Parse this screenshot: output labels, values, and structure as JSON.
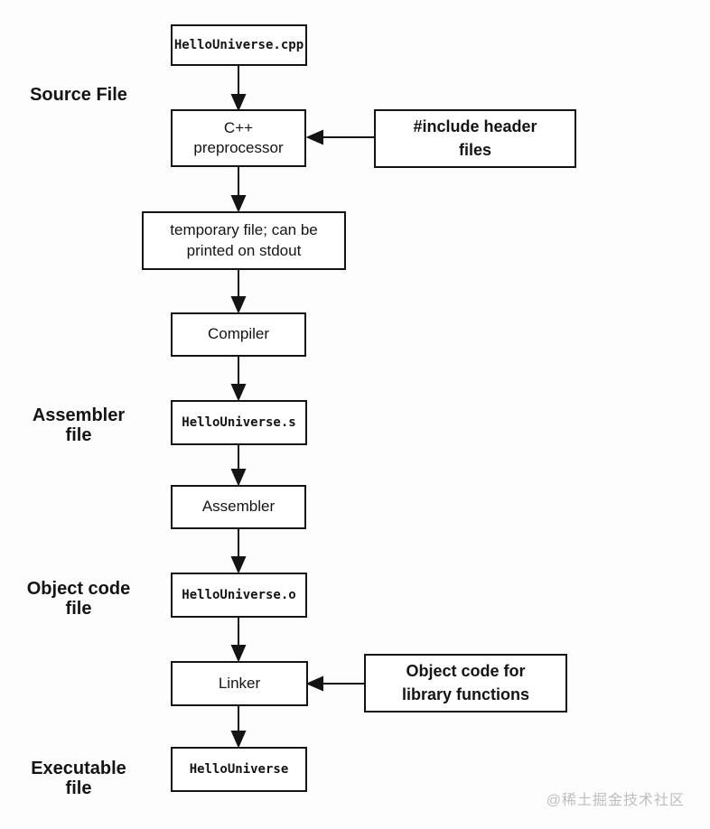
{
  "colors": {
    "background": "#fdfdfd",
    "line": "#141414",
    "box_fill": "#ffffff",
    "watermark": "#bdbdbd"
  },
  "flowchart": {
    "stage_labels": [
      {
        "text": "Source File"
      },
      {
        "text": "Assembler\nfile"
      },
      {
        "text": "Object code\nfile"
      },
      {
        "text": "Executable\nfile"
      }
    ],
    "nodes": [
      {
        "id": "source-file",
        "text": "HelloUniverse.cpp",
        "style": "code"
      },
      {
        "id": "preprocessor",
        "text": "C++\npreprocessor",
        "style": "plain"
      },
      {
        "id": "temporary-file",
        "text": "temporary file; can be\nprinted on stdout",
        "style": "plain"
      },
      {
        "id": "compiler",
        "text": "Compiler",
        "style": "plain"
      },
      {
        "id": "assembly-file",
        "text": "HelloUniverse.s",
        "style": "code"
      },
      {
        "id": "assembler",
        "text": "Assembler",
        "style": "plain"
      },
      {
        "id": "object-file",
        "text": "HelloUniverse.o",
        "style": "code"
      },
      {
        "id": "linker",
        "text": "Linker",
        "style": "plain"
      },
      {
        "id": "executable",
        "text": "HelloUniverse",
        "style": "code"
      }
    ],
    "input_nodes": [
      {
        "id": "include-headers",
        "text": "#include header\nfiles",
        "feeds": "preprocessor"
      },
      {
        "id": "library-object-code",
        "text": "Object code for\nlibrary functions",
        "feeds": "linker"
      }
    ],
    "edges": [
      {
        "from": "source-file",
        "to": "preprocessor"
      },
      {
        "from": "preprocessor",
        "to": "temporary-file"
      },
      {
        "from": "temporary-file",
        "to": "compiler"
      },
      {
        "from": "compiler",
        "to": "assembly-file"
      },
      {
        "from": "assembly-file",
        "to": "assembler"
      },
      {
        "from": "assembler",
        "to": "object-file"
      },
      {
        "from": "object-file",
        "to": "linker"
      },
      {
        "from": "linker",
        "to": "executable"
      },
      {
        "from": "include-headers",
        "to": "preprocessor"
      },
      {
        "from": "library-object-code",
        "to": "linker"
      }
    ]
  },
  "watermark": {
    "text": "@稀土掘金技术社区"
  }
}
